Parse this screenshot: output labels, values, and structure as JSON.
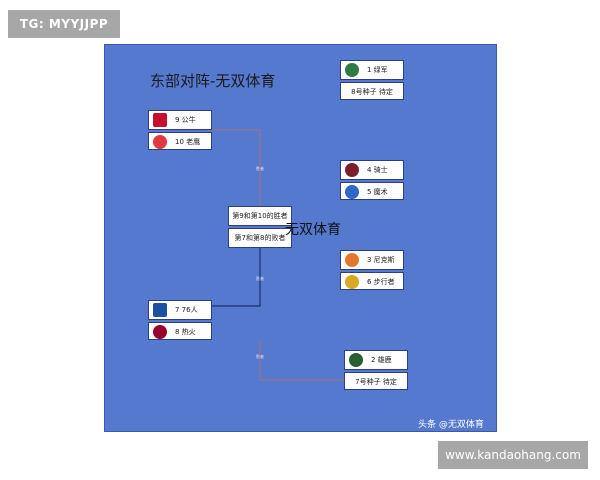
{
  "tag_label": "TG: MYYJJPP",
  "site_label": "www.kandaohang.com",
  "bracket": {
    "title": "东部对阵-无双体育",
    "center_text": "无双体育",
    "watermark": "头条 @无双体育",
    "top_seed": {
      "label": "1 绿军",
      "opponent": "8号种子 待定"
    },
    "series_4v5": {
      "a": "4 骑士",
      "b": "5 魔术"
    },
    "series_3v6": {
      "a": "3 尼克斯",
      "b": "6 步行者"
    },
    "second_seed": {
      "label": "2 雄鹿",
      "opponent": "7号种子 待定"
    },
    "playin_9v10": {
      "a": "9 公牛",
      "b": "10 老鹰"
    },
    "playin_7v8": {
      "a": "7 76人",
      "b": "8 热火"
    },
    "playin_final": {
      "winner": "第9和第10的胜者",
      "loser": "第7和第8的败者"
    },
    "line_labels": {
      "top": "胜者",
      "middle": "败者",
      "bottom": "败者"
    },
    "colors": {
      "panel": "#5579cf",
      "line_win": "#1f2f6a",
      "line_lose": "#b46a7a"
    }
  }
}
